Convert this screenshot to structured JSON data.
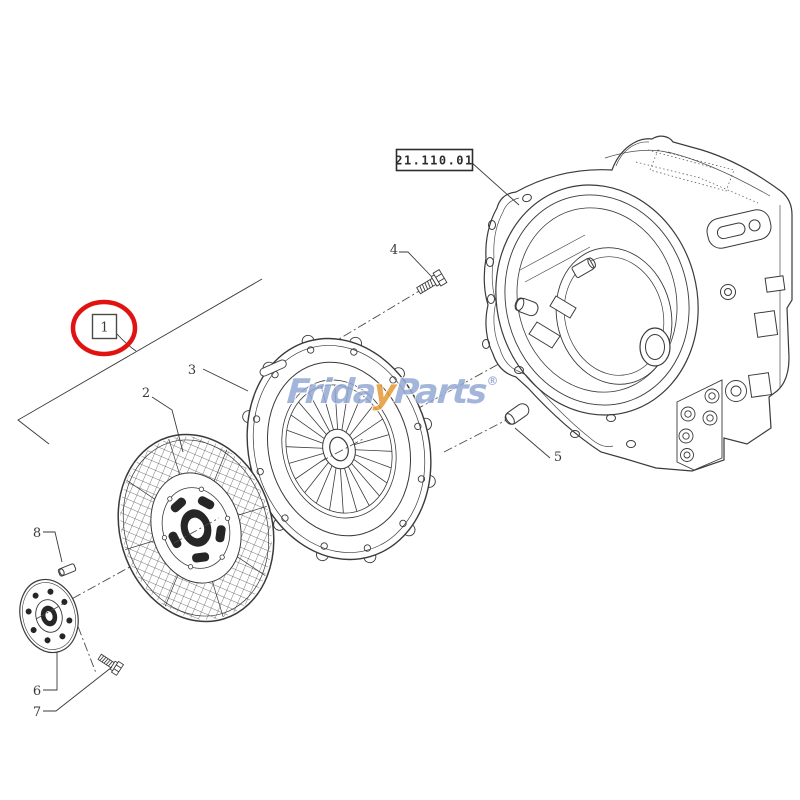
{
  "page": {
    "background": "#ffffff"
  },
  "reference_box": {
    "label": "21.110.01"
  },
  "highlight": {
    "color": "#e01212",
    "callout": "1"
  },
  "watermark": {
    "prefix": "Frida",
    "accent": "y",
    "suffix": "Parts",
    "registered": "®",
    "blue": "#93a9d4",
    "orange": "#e59a35"
  },
  "callouts": {
    "c1": "1",
    "c2": "2",
    "c3": "3",
    "c4": "4",
    "c5": "5",
    "c6": "6",
    "c7": "7",
    "c8": "8"
  }
}
